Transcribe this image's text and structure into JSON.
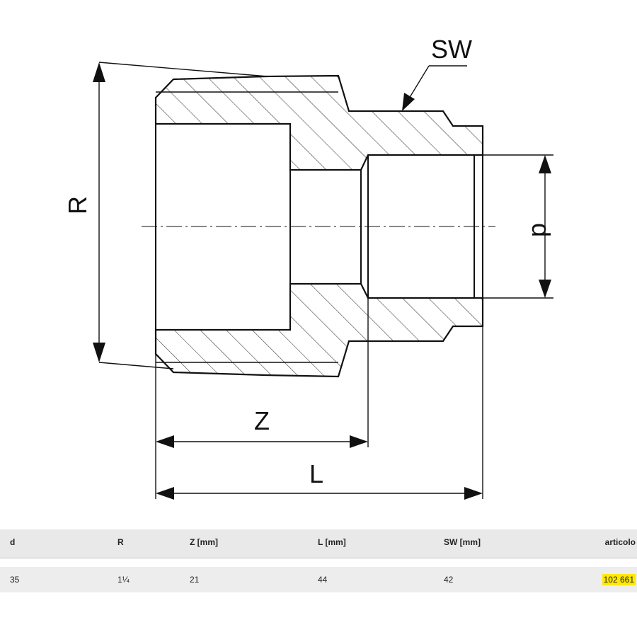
{
  "drawing": {
    "labels": {
      "sw": "SW",
      "r": "R",
      "d": "d",
      "z": "Z",
      "l": "L"
    },
    "line_color": "#111111",
    "hatch_color": "#333333"
  },
  "table": {
    "headers": [
      "d",
      "R",
      "Z [mm]",
      "L [mm]",
      "SW [mm]",
      "articolo"
    ],
    "row": [
      "35",
      "1¼",
      "21",
      "44",
      "42",
      "102 661"
    ],
    "highlight_color": "#ffe900"
  }
}
